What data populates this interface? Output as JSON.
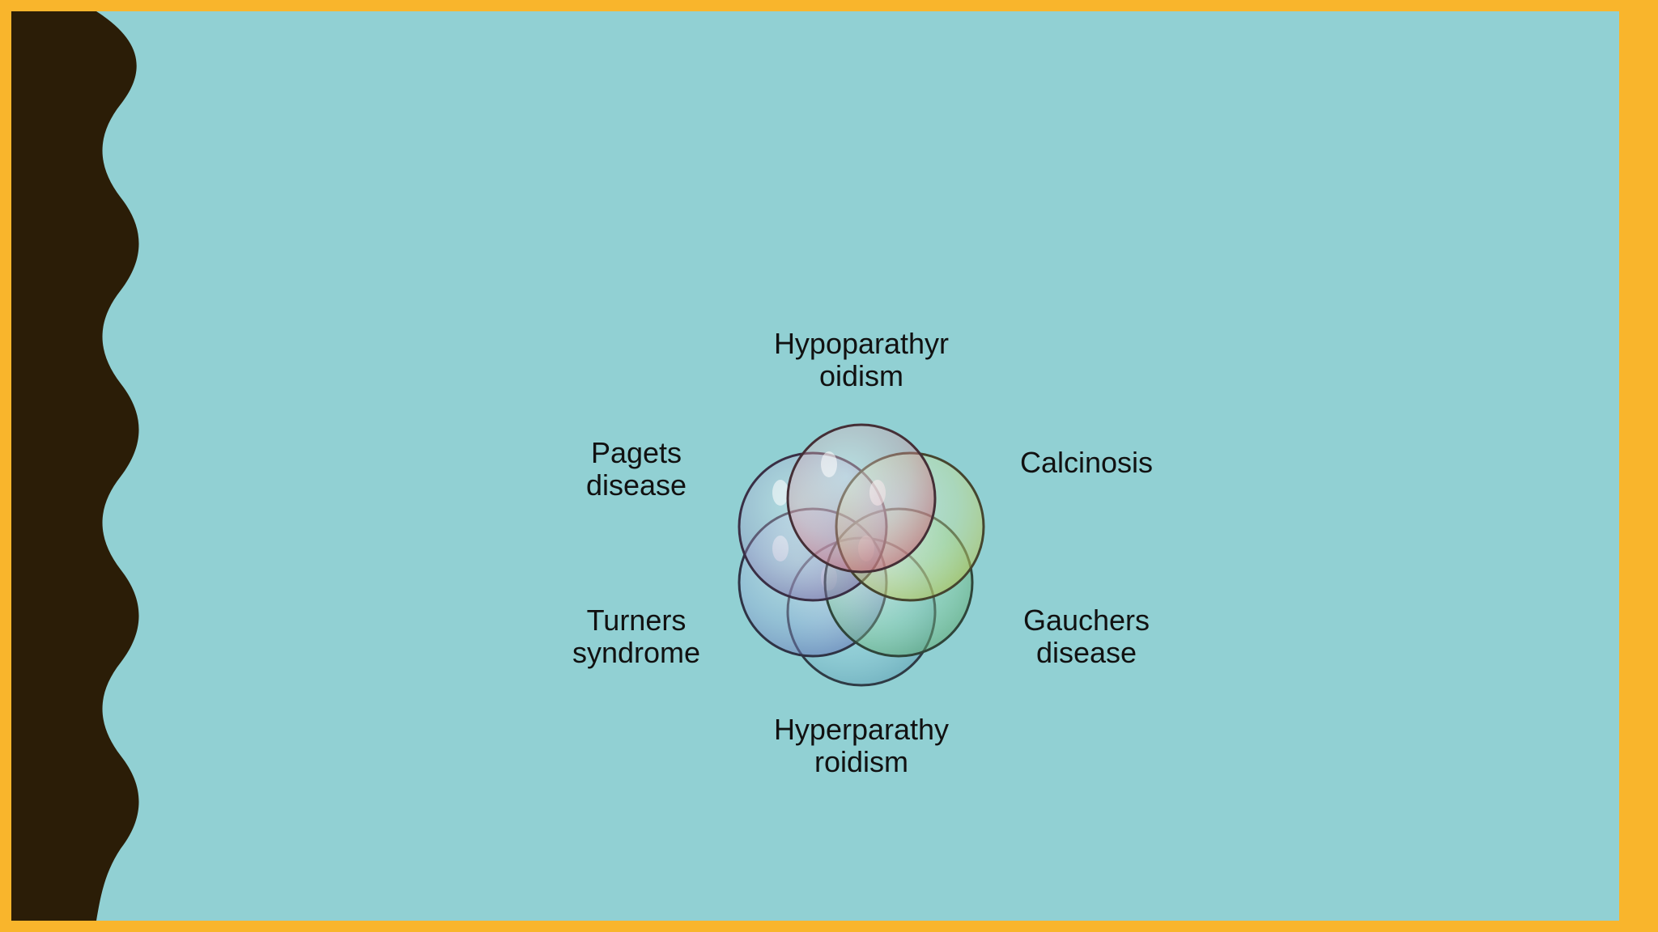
{
  "slide": {
    "background_color": "#91d0d3",
    "border_color": "#f9b52c",
    "wave_color": "#2b1d07"
  },
  "diagram": {
    "type": "overlapping-circles",
    "labels": {
      "top": "Hypoparathyr\noidism",
      "top_left": "Pagets\ndisease",
      "top_right": "Calcinosis",
      "bottom_left": "Turners\nsyndrome",
      "bottom_right": "Gauchers\ndisease",
      "bottom": "Hyperparathy\nroidism"
    },
    "circle_colors": {
      "top": "#e29aa6",
      "top_right": "#d6e38f",
      "bottom_right": "#8fd49e",
      "bottom": "#8fc7d9",
      "bottom_left": "#9aa6d9",
      "top_left": "#a899c9"
    }
  }
}
